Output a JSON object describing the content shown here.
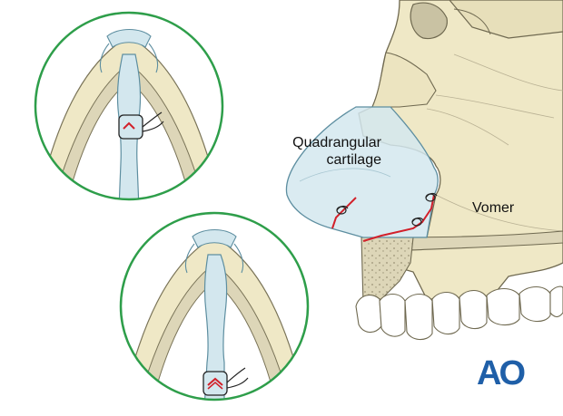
{
  "labels": {
    "quadrangular_line1": "Quadrangular",
    "quadrangular_line2": "cartilage",
    "vomer": "Vomer"
  },
  "logo": {
    "text": "AO",
    "color": "#1f5fa8"
  },
  "colors": {
    "inset_border": "#2e9e4a",
    "bone_fill": "#efe8c6",
    "bone_stroke": "#7a7458",
    "cartilage_fill": "#d3e7ee",
    "cartilage_stroke": "#5d8ea0",
    "suture_red": "#d2202a",
    "skull_fill": "#efe8c6",
    "cancellous_fill": "#d9d2b4"
  }
}
